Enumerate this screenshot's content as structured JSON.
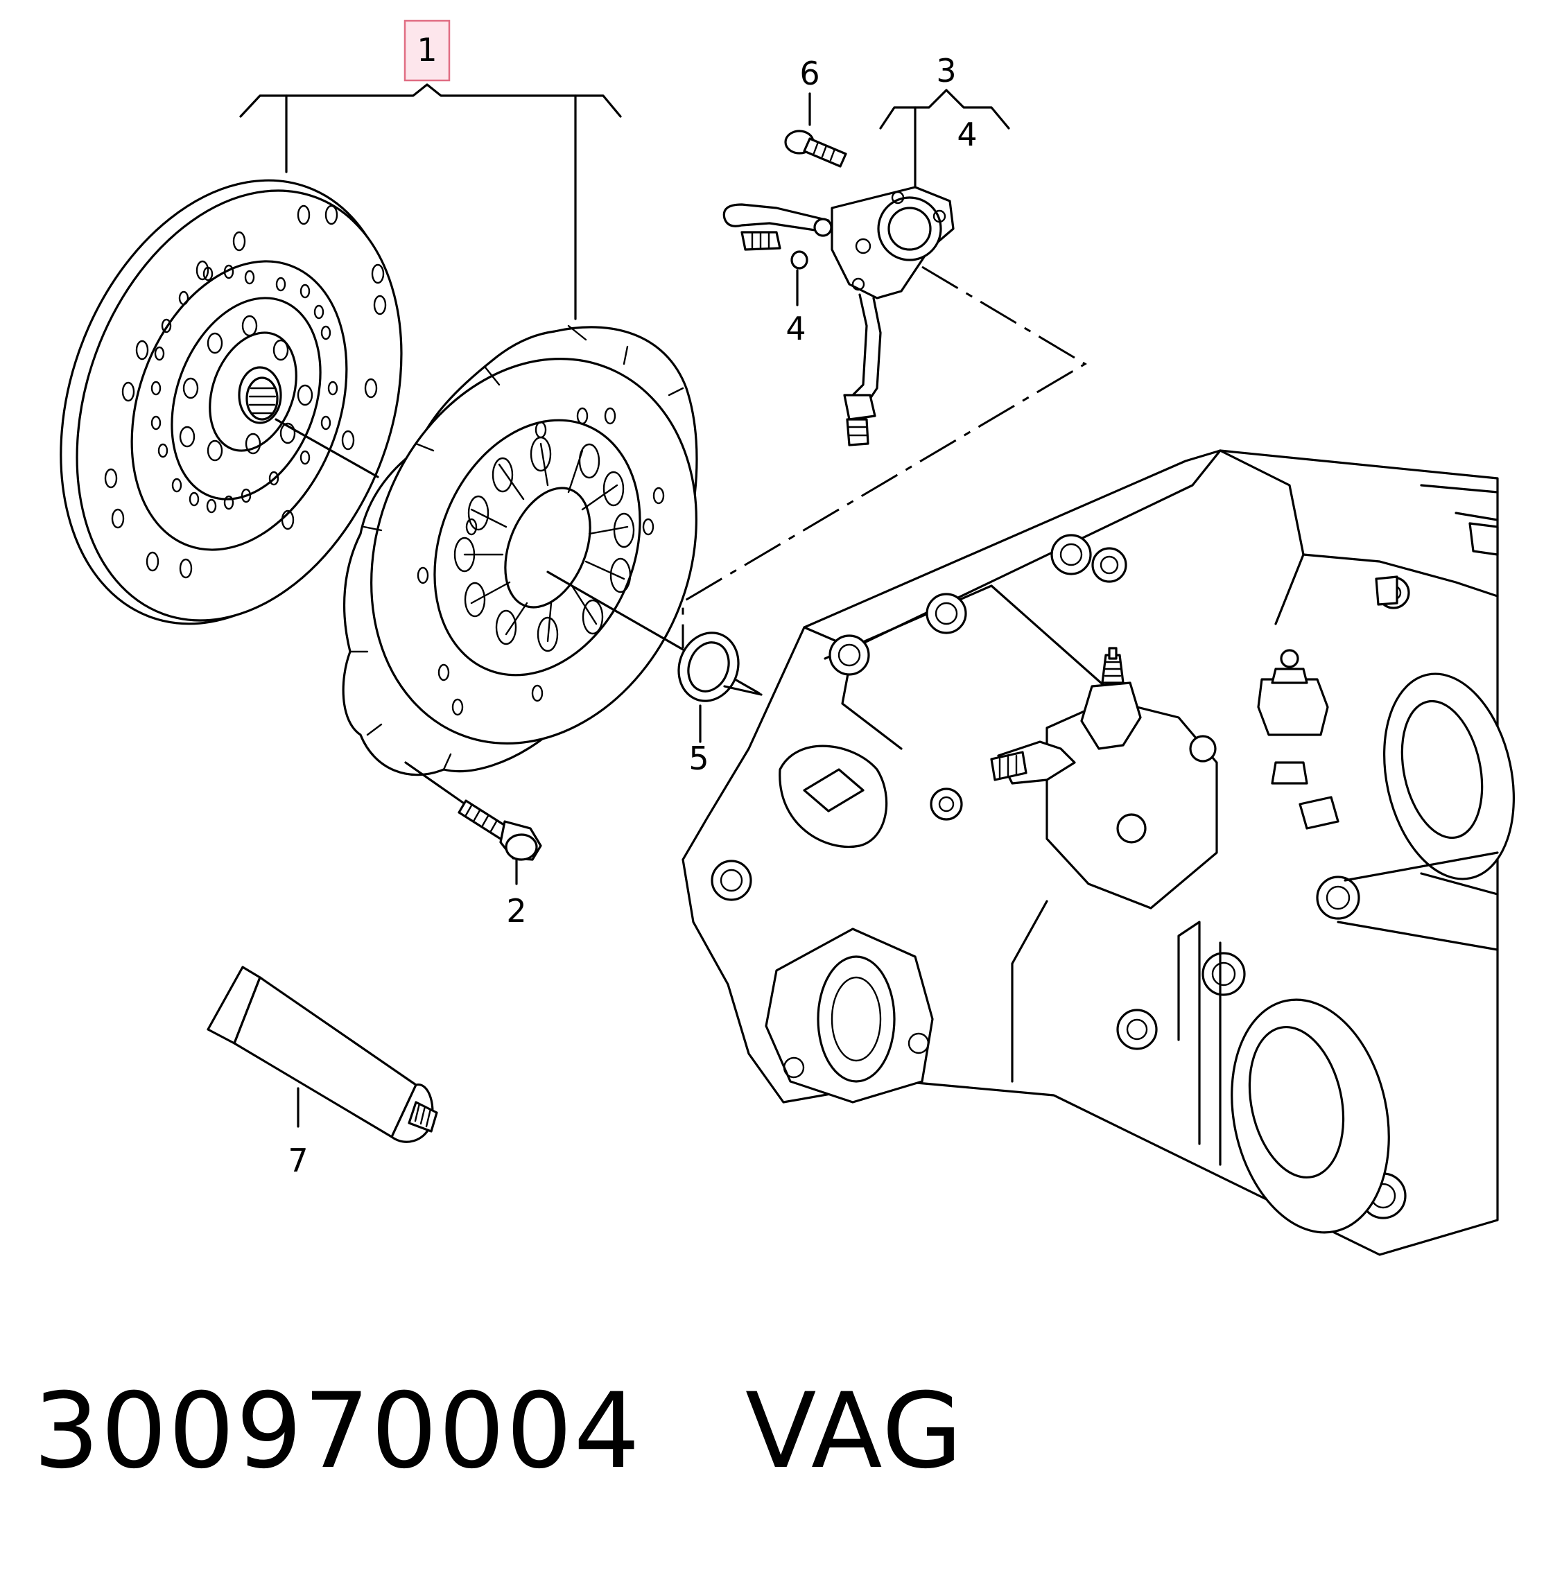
{
  "diagram": {
    "callouts": {
      "c1": "1",
      "c2": "2",
      "c3": "3",
      "c4a": "4",
      "c4b": "4",
      "c5": "5",
      "c6": "6",
      "c7": "7"
    },
    "highlighted_callout": "1",
    "highlight_color": "#fde6ec",
    "highlight_border_color": "#e06d83",
    "parts": [
      {
        "callout": "1",
        "name": "clutch-kit"
      },
      {
        "callout": "2",
        "name": "bolt"
      },
      {
        "callout": "3",
        "name": "slave-cylinder"
      },
      {
        "callout": "4",
        "name": "seal-ring"
      },
      {
        "callout": "5",
        "name": "o-ring"
      },
      {
        "callout": "6",
        "name": "bolt"
      },
      {
        "callout": "7",
        "name": "grease-tube"
      }
    ]
  },
  "caption": {
    "part_number": "300970004",
    "brand": "VAG"
  }
}
